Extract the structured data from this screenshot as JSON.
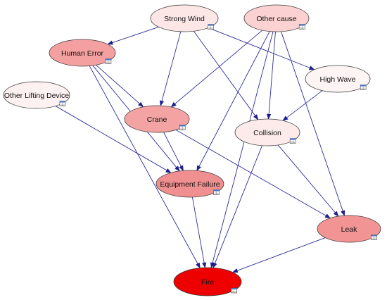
{
  "diagram": {
    "nodes": [
      {
        "id": "strong_wind",
        "label": "Strong Wind",
        "color": "#fde6e6",
        "icon": "table-icon"
      },
      {
        "id": "other_cause",
        "label": "Other cause",
        "color": "#fbd1d1",
        "icon": "table-icon"
      },
      {
        "id": "human_error",
        "label": "Human Error",
        "color": "#f5a0a0",
        "icon": "table-icon"
      },
      {
        "id": "high_wave",
        "label": "High Wave",
        "color": "#fdf4f4",
        "icon": "table-icon"
      },
      {
        "id": "other_lifting",
        "label": "Other Lifting Device",
        "color": "#fdf1f1",
        "icon": "table-icon"
      },
      {
        "id": "crane",
        "label": "Crane",
        "color": "#f3a3a3",
        "icon": "table-icon"
      },
      {
        "id": "collision",
        "label": "Collision",
        "color": "#fdeaea",
        "icon": "table-icon"
      },
      {
        "id": "equipment_failure",
        "label": "Equipment Failure",
        "color": "#ef8f8f",
        "icon": "table-icon"
      },
      {
        "id": "leak",
        "label": "Leak",
        "color": "#f29494",
        "icon": "table-icon"
      },
      {
        "id": "fire",
        "label": "Fire",
        "color": "#ee0000",
        "icon": "table-icon"
      }
    ],
    "edges": [
      [
        "strong_wind",
        "human_error"
      ],
      [
        "strong_wind",
        "crane"
      ],
      [
        "strong_wind",
        "high_wave"
      ],
      [
        "strong_wind",
        "collision"
      ],
      [
        "other_cause",
        "crane"
      ],
      [
        "other_cause",
        "collision"
      ],
      [
        "other_cause",
        "equipment_failure"
      ],
      [
        "other_cause",
        "leak"
      ],
      [
        "other_cause",
        "fire"
      ],
      [
        "human_error",
        "crane"
      ],
      [
        "human_error",
        "equipment_failure"
      ],
      [
        "human_error",
        "fire"
      ],
      [
        "other_lifting",
        "equipment_failure"
      ],
      [
        "high_wave",
        "collision"
      ],
      [
        "crane",
        "equipment_failure"
      ],
      [
        "crane",
        "leak"
      ],
      [
        "collision",
        "leak"
      ],
      [
        "collision",
        "fire"
      ],
      [
        "equipment_failure",
        "fire"
      ],
      [
        "leak",
        "fire"
      ]
    ],
    "edge_color": "#2c2c9a",
    "outline_color": "#3c3c3c"
  }
}
